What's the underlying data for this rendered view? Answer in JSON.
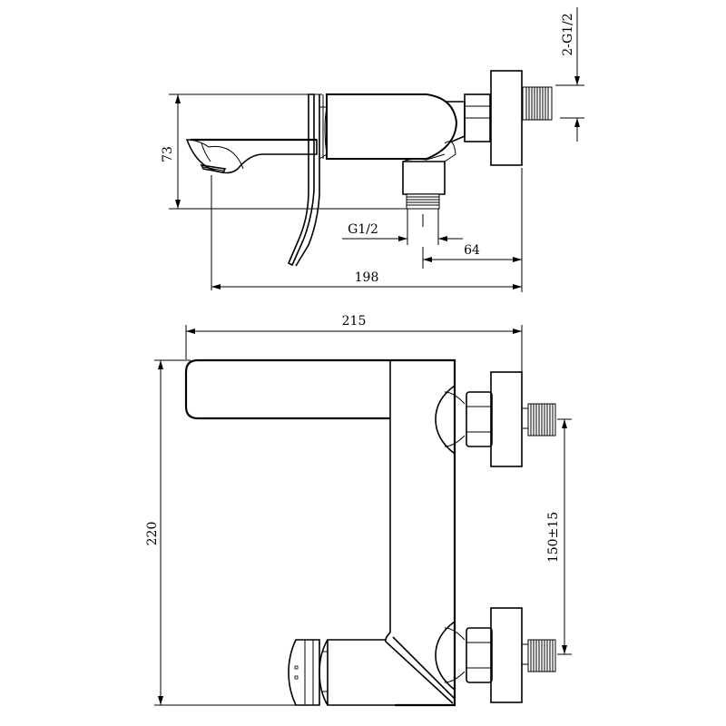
{
  "drawing": {
    "subject": "wall-mounted bath mixer faucet",
    "views": [
      "side view (top)",
      "front view (bottom)"
    ],
    "colors": {
      "line": "#000000",
      "background": "#ffffff"
    }
  },
  "dimensions": {
    "top_view": {
      "height": "73",
      "inlet_thread": "G1/2",
      "inlet_offset": "64",
      "overall_depth": "198",
      "connector_thread": "2-G1/2"
    },
    "front_view": {
      "overall_width": "215",
      "overall_height": "220",
      "inlet_spacing": "150±15"
    }
  }
}
